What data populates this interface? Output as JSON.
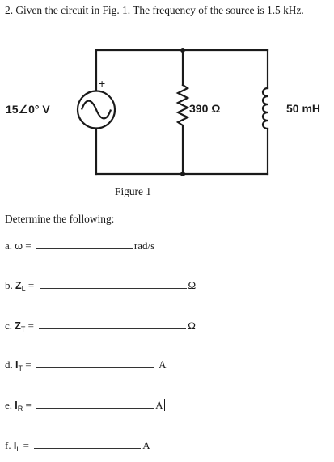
{
  "problem": {
    "statement": "2. Given the circuit in Fig. 1. The frequency of the source is 1.5 kHz."
  },
  "circuit": {
    "source_label": "15∠0° V",
    "source_polarity": "+",
    "resistor_label": "390 Ω",
    "inductor_label": "50 mH"
  },
  "figure": {
    "caption": "Figure 1"
  },
  "instructions": "Determine the following:",
  "parts": [
    {
      "prefix": "a.",
      "symbol": "ω",
      "sub": "",
      "equals": "=",
      "unit": "rad/s"
    },
    {
      "prefix": "b.",
      "symbol": "Z",
      "sub": "L",
      "equals": "=",
      "unit": "Ω"
    },
    {
      "prefix": "c.",
      "symbol": "Z",
      "sub": "T",
      "equals": "=",
      "unit": "Ω"
    },
    {
      "prefix": "d.",
      "symbol": "I",
      "sub": "T",
      "equals": "=",
      "unit": "A"
    },
    {
      "prefix": "e.",
      "symbol": "I",
      "sub": "R",
      "equals": "=",
      "unit": "A"
    },
    {
      "prefix": "f.",
      "symbol": "I",
      "sub": "L",
      "equals": "=",
      "unit": "A"
    }
  ]
}
